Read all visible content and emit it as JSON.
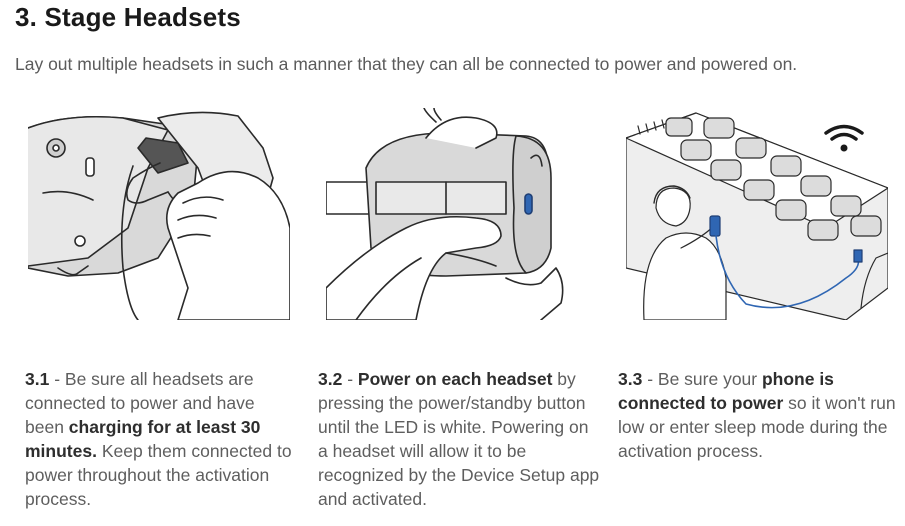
{
  "header": {
    "title": "3. Stage Headsets",
    "intro": "Lay out multiple headsets in such a manner that they can all be connected to power and powered on."
  },
  "illustrations": [
    {
      "icon": "headset-charging-illustration"
    },
    {
      "icon": "headset-power-button-illustration"
    },
    {
      "icon": "headsets-phone-wifi-illustration"
    }
  ],
  "steps": [
    {
      "number": "3.1",
      "sep": " - ",
      "part1": "Be sure all headsets are connected to power and have been ",
      "bold1": "charging for at least 30 minutes.",
      "part2": " Keep them connected to power throughout the activation process."
    },
    {
      "number": "3.2",
      "sep": " - ",
      "bold1": "Power on each headset",
      "part1": " by pressing the power/standby button until the LED is white. Powering on a headset will allow it to be recognized by the Device Setup app and activated."
    },
    {
      "number": "3.3",
      "sep": " - ",
      "part1": "Be sure your ",
      "bold1": "phone is connected to power",
      "part2": " so it won't run low or enter sleep mode during the activation process."
    }
  ],
  "colors": {
    "accent_blue": "#2f66b3",
    "line": "#2a2a2a",
    "fill_gray": "#d9d9d9"
  }
}
